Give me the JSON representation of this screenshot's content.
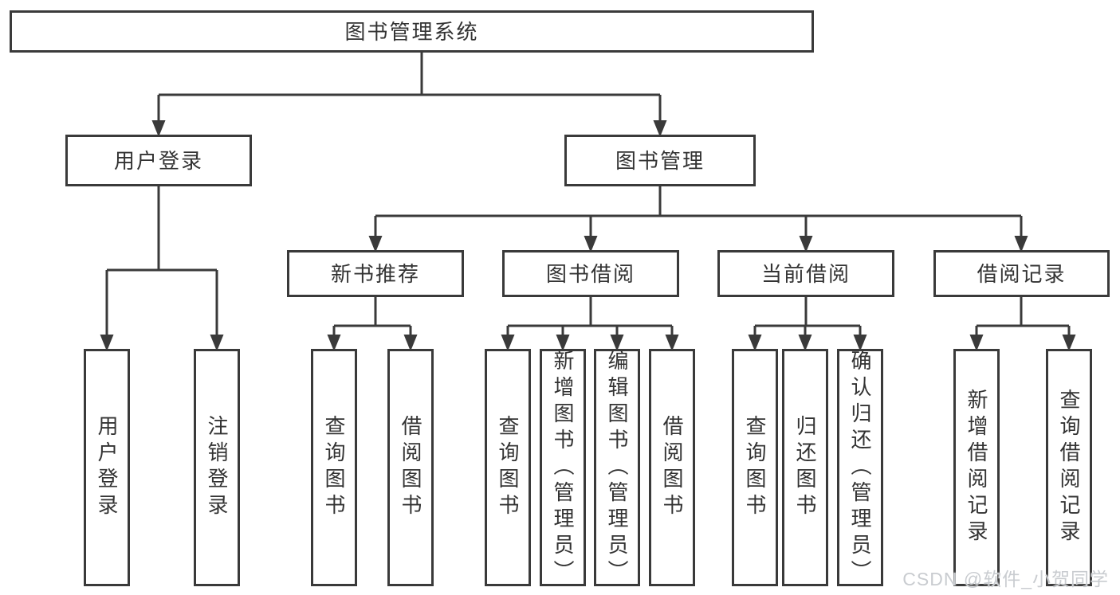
{
  "diagram": {
    "root": {
      "label": "图书管理系统"
    },
    "level2": [
      {
        "label": "用户登录"
      },
      {
        "label": "图书管理"
      }
    ],
    "level3": [
      {
        "label": "新书推荐"
      },
      {
        "label": "图书借阅"
      },
      {
        "label": "当前借阅"
      },
      {
        "label": "借阅记录"
      }
    ],
    "leaves": {
      "login": [
        "用户登录",
        "注销登录"
      ],
      "new_books": [
        "查询图书",
        "借阅图书"
      ],
      "book_borrow": [
        "查询图书",
        "新增图书（管理员）",
        "编辑图书（管理员）",
        "借阅图书"
      ],
      "current_borrow": [
        "查询图书",
        "归还图书",
        "确认归还（管理员）"
      ],
      "borrow_records": [
        "新增借阅记录",
        "查询借阅记录"
      ]
    }
  },
  "watermark": "CSDN @软件_小贺同学",
  "colors": {
    "line": "#3a3a3a",
    "text": "#333333",
    "watermark": "#c9ccd0",
    "background": "#ffffff"
  }
}
